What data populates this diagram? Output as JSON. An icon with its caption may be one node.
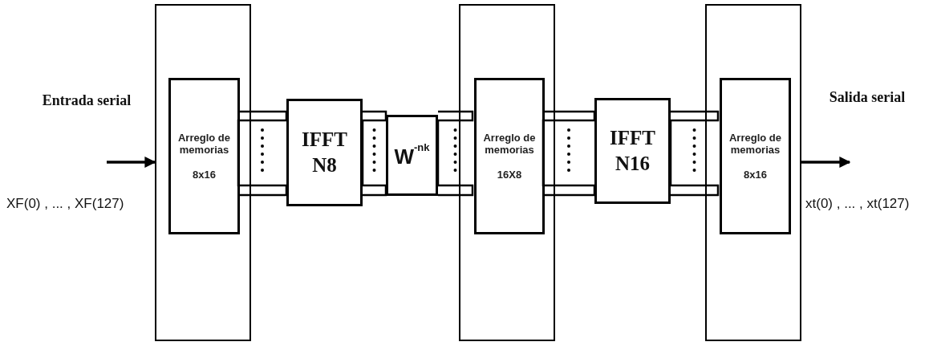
{
  "diagram": {
    "nodes": [
      {
        "text": [],
        "shape": "box"
      },
      {
        "text": [
          "Arreglo de memorias",
          "8x16"
        ],
        "in": 0
      },
      {
        "text": [
          "IFFT N8"
        ]
      },
      {
        "text": [
          "W$^{-nk}$"
        ]
      },
      {
        "text": [],
        "shape": "box"
      },
      {
        "text": [
          "Arreglo de memorias",
          "16X8"
        ],
        "in": 4
      },
      {
        "text": [
          "IFFT N16"
        ]
      },
      {
        "text": [],
        "shape": "box"
      },
      {
        "text": [
          "Arreglo de memorias",
          "8x16"
        ],
        "in": 7
      }
    ],
    "edges": [
      {
        "from": null,
        "to": 0,
        "arrow": "to"
      },
      {
        "from": 1,
        "to": 2,
        "arrow": "none"
      },
      {
        "from": 2,
        "to": 3,
        "arrow": "none"
      },
      {
        "from": 3,
        "to": 5,
        "arrow": "none"
      },
      {
        "from": 5,
        "to": 6,
        "arrow": "none"
      },
      {
        "from": 6,
        "to": 8,
        "arrow": "none"
      },
      {
        "from": 7,
        "to": null,
        "arrow": "to"
      }
    ],
    "labels": [
      "Entrada serial",
      "XF(0) , ... , XF(127)",
      "Salida serial",
      "xt(0) , ... , xt(127)"
    ]
  }
}
